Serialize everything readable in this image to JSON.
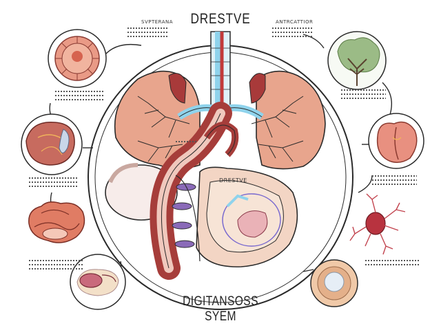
{
  "title": "DRESTVE",
  "footer_title": "DIGITANSOSS SYEM",
  "top_left_caption": "SVPTERANA",
  "top_right_caption": "ANTRCATTIOR",
  "organ_label": "DRESTVE",
  "colors": {
    "outline": "#2a2a2a",
    "tissue_pink": "#e8a58d",
    "tissue_dark": "#b5544a",
    "vessel_blue": "#8fd3ec",
    "vessel_red": "#a63d3a",
    "leaf_green": "#8fb07a"
  }
}
